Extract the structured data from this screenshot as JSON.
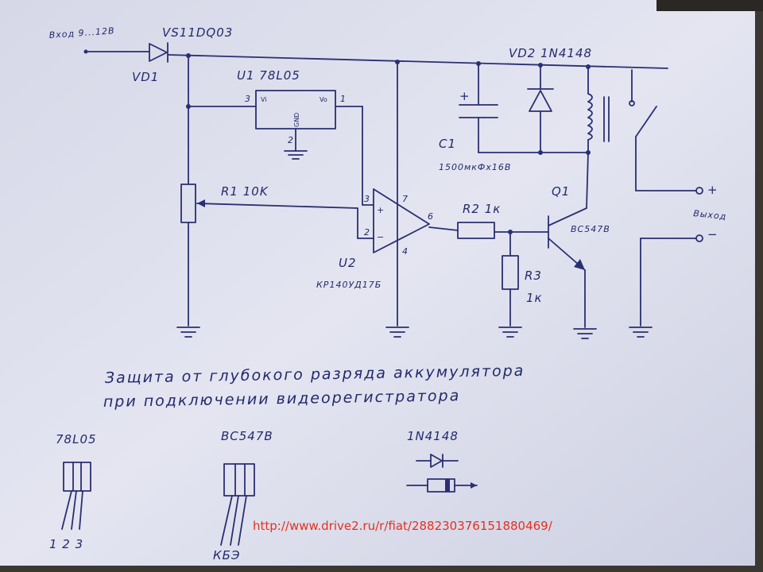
{
  "labels": {
    "input": "Вход 9...12В",
    "vd1_part": "VS11DQ03",
    "vd1": "VD1",
    "u1": "U1 78L05",
    "vi": "Vi",
    "vo": "Vo",
    "gnd": "GND",
    "pin3_u1": "3",
    "pin1_u1": "1",
    "pin2_u1": "2",
    "vd2": "VD2 1N4148",
    "c1": "C1",
    "c1_value": "1500мкФх16В",
    "plus_c1": "+",
    "r1": "R1 10K",
    "pin3_u2": "3",
    "pin2_u2": "2",
    "pin7_u2": "7",
    "pin6_u2": "6",
    "pin4_u2": "4",
    "opamp_plus": "+",
    "opamp_minus": "−",
    "u2": "U2",
    "u2_part": "КР140УД17Б",
    "r2": "R2 1к",
    "r3": "R3",
    "r3_value": "1к",
    "q1": "Q1",
    "q1_part": "BC547B",
    "out_plus": "+",
    "out_label": "Выход",
    "out_minus": "−",
    "title_line1": "Защита от глубокого разряда аккумулятора",
    "title_line2": "при подключении видеорегистратора",
    "pin_78l05": "78L05",
    "pin_78l05_nums": "1 2 3",
    "pin_bc547b": "BC547B",
    "pin_bc547b_pins": "КБЭ",
    "pin_1n4148": "1N4148",
    "watermark": "http://www.drive2.ru/r/fiat/288230376151880469/"
  },
  "colors": {
    "ink": "#2a2f72",
    "paper": "#dfe1ef",
    "watermark": "#e53020"
  }
}
